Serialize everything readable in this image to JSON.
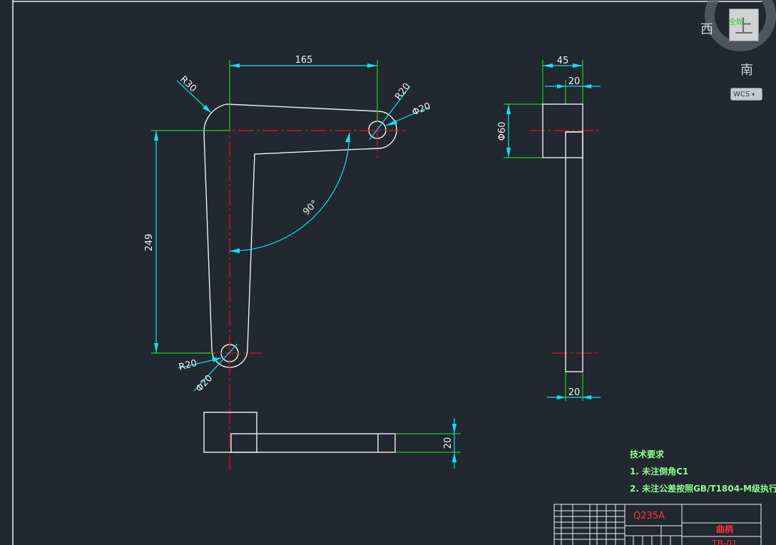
{
  "app": {
    "name": "CAD drawing viewport"
  },
  "viewcube": {
    "face_top": "上",
    "west": "西",
    "south": "南",
    "badge": "全局",
    "wcs": "WCS"
  },
  "dims": {
    "top_width": "165",
    "height": "249",
    "r_outer_corner": "R30",
    "r_right_end": "R20",
    "d_right_hole": "Φ20",
    "angle": "90°",
    "r_bottom_end": "R20",
    "d_bottom_hole": "Φ20",
    "side_width": "45",
    "side_thickness_top": "20",
    "side_diameter": "Φ60",
    "side_thickness_bottom": "20",
    "bottom_thickness": "20"
  },
  "notes": {
    "title": "技术要求",
    "line1": "1. 未注倒角C1",
    "line2": "2. 未注公差按照GB/T1804-M级执行"
  },
  "title_block": {
    "material": "Q235A",
    "part_name": "曲柄",
    "drawing_no": "TB-01"
  },
  "colors": {
    "background": "#212830",
    "outline": "#f0f0f0",
    "dimension": "#00e8f0",
    "extension": "#19d019",
    "center": "#e0101a",
    "notes": "#8cff8c",
    "title_red": "#ff3030"
  }
}
